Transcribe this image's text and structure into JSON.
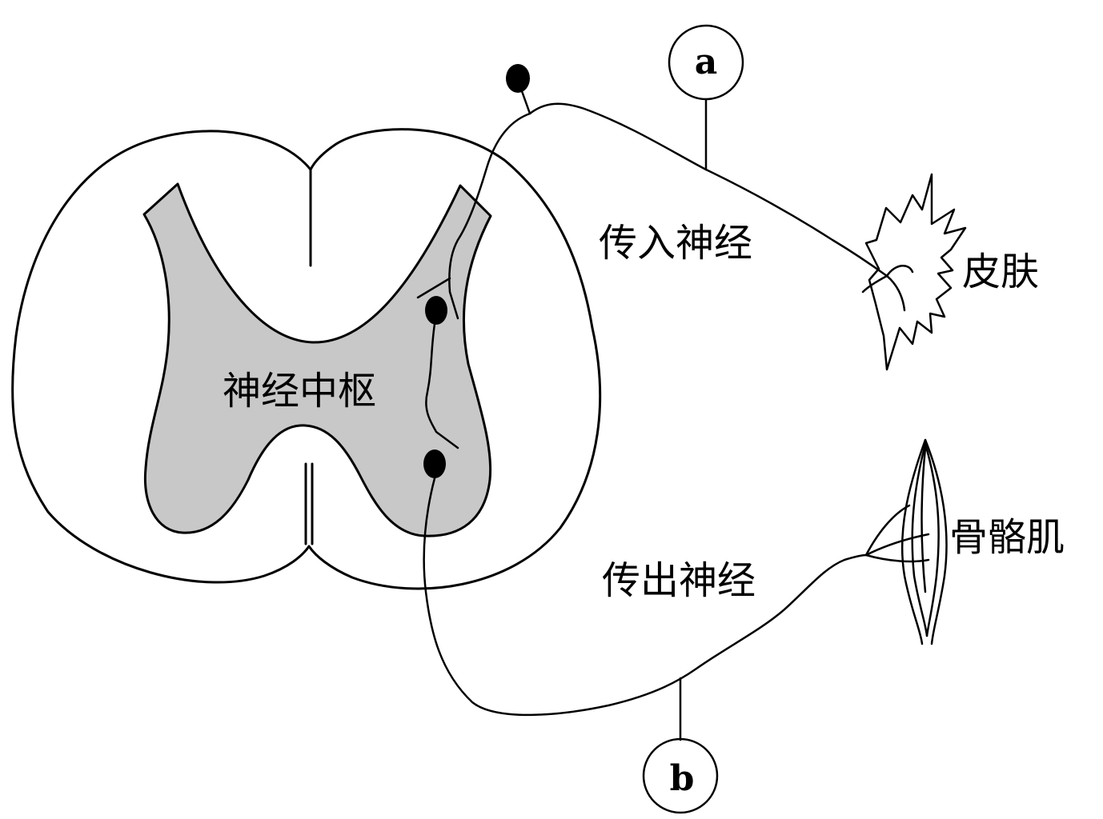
{
  "labels": {
    "center": "神经中枢",
    "afferent": "传入神经",
    "efferent": "传出神经",
    "skin": "皮肤",
    "muscle": "骨骼肌"
  },
  "markers": {
    "a": "a",
    "b": "b"
  },
  "colors": {
    "gray_matter": "#c8c8c8",
    "stroke": "#000000",
    "background": "#ffffff"
  }
}
